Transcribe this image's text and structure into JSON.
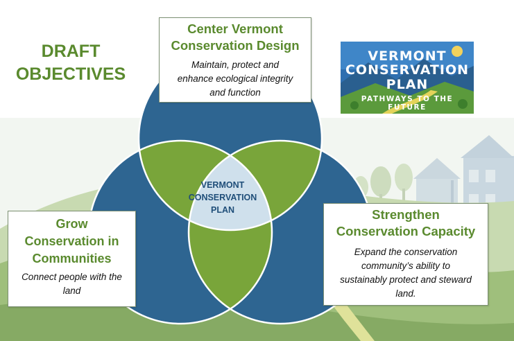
{
  "page_title": "DRAFT\nOBJECTIVES",
  "center_label": "VERMONT\nCONSERVATION\nPLAN",
  "objectives": [
    {
      "heading": "Center Vermont\nConservation Design",
      "description": "Maintain, protect and\nenhance ecological integrity\nand function"
    },
    {
      "heading": "Grow\nConservation in\nCommunities",
      "description": "Connect people with the\nland"
    },
    {
      "heading": "Strengthen\nConservation Capacity",
      "description": "Expand the conservation\ncommunity’s ability to\nsustainably protect and steward\nland."
    }
  ],
  "logo": {
    "line1": "VERMONT",
    "line2": "CONSERVATION",
    "line3": "PLAN",
    "tagline": "PATHWAYS TO THE FUTURE"
  },
  "colors": {
    "circle_blue": "#2e6591",
    "overlap_green": "#79a53a",
    "center_fill": "#cfe0ec",
    "heading_green": "#5a8a2e",
    "label_blue": "#1f4e79"
  }
}
